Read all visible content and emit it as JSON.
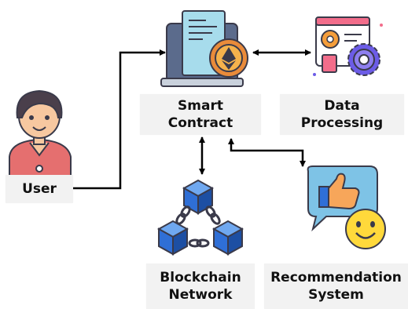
{
  "nodes": {
    "user": {
      "label": "User"
    },
    "smart_contract": {
      "line1": "Smart",
      "line2": "Contract"
    },
    "data_processing": {
      "line1": "Data",
      "line2": "Processing"
    },
    "blockchain": {
      "line1": "Blockchain",
      "line2": "Network"
    },
    "recommendation": {
      "line1": "Recommendation",
      "line2": "System"
    }
  },
  "icons": {
    "user": "user-avatar-icon",
    "smart_contract": "smart-contract-ethereum-icon",
    "data_processing": "data-processing-gear-icon",
    "blockchain": "blockchain-cubes-icon",
    "recommendation": "thumbs-up-smiley-icon"
  },
  "colors": {
    "arrow": "#000000",
    "label_bg": "#f2f2f2",
    "outline": "#3a3a4a",
    "ethereum_orange": "#e98b3a",
    "document_blue": "#a7dcec",
    "gear_purple": "#6c5ce7",
    "gear_orange": "#f59e3b",
    "cube_blue": "#2f6fd6",
    "thumb_blue": "#7ec3e6",
    "smiley_yellow": "#ffd93b",
    "user_shirt": "#e56f6f"
  }
}
